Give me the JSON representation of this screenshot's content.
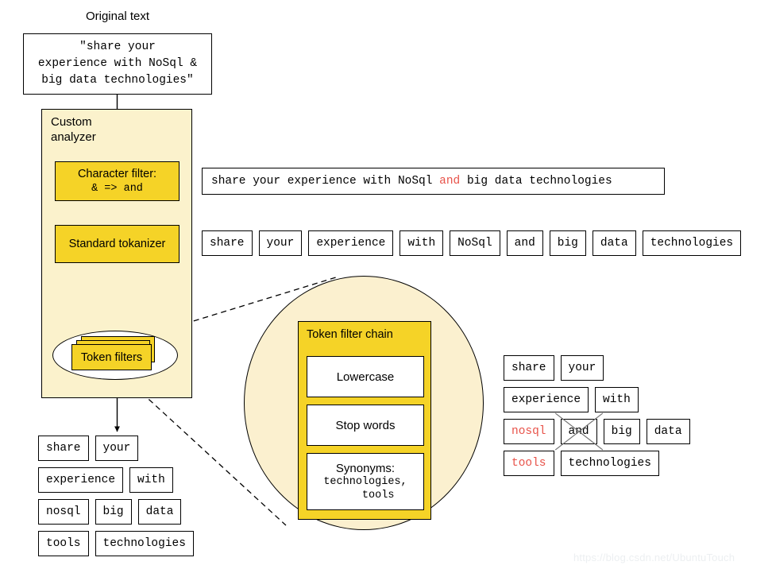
{
  "title": "Elasticsearch custom analyzer pipeline diagram",
  "original": {
    "label": "Original text",
    "line1": "\"share your",
    "line2": "experience with NoSql &",
    "line3": "big data technologies\""
  },
  "analyzer": {
    "label_line1": "Custom",
    "label_line2": "analyzer",
    "char_filter": {
      "title": "Character filter:",
      "rule": "& => and"
    },
    "tokenizer": {
      "label": "Standard tokanizer"
    },
    "token_filters": {
      "label": "Token filters"
    }
  },
  "char_filter_output": {
    "before": "share your experience with NoSql ",
    "highlight": "and",
    "after": " big data technologies"
  },
  "tokenizer_output": {
    "tokens": [
      "share",
      "your",
      "experience",
      "with",
      "NoSql",
      "and",
      "big",
      "data",
      "technologies"
    ]
  },
  "token_filter_chain": {
    "title": "Token filter chain",
    "steps": [
      {
        "label": "Lowercase"
      },
      {
        "label": "Stop words"
      },
      {
        "label": "Synonyms:",
        "value": "technologies,\n    tools"
      }
    ]
  },
  "final_tokens_left": {
    "rows": [
      [
        {
          "text": "share",
          "color": "black",
          "struck": false
        },
        {
          "text": "your",
          "color": "black",
          "struck": false
        }
      ],
      [
        {
          "text": "experience",
          "color": "black",
          "struck": false
        },
        {
          "text": "with",
          "color": "black",
          "struck": false
        }
      ],
      [
        {
          "text": "nosql",
          "color": "black",
          "struck": false
        },
        {
          "text": "big",
          "color": "black",
          "struck": false
        },
        {
          "text": "data",
          "color": "black",
          "struck": false
        }
      ],
      [
        {
          "text": "tools",
          "color": "black",
          "struck": false
        },
        {
          "text": "technologies",
          "color": "black",
          "struck": false
        }
      ]
    ]
  },
  "final_tokens_right": {
    "rows": [
      [
        {
          "text": "share",
          "color": "black",
          "struck": false
        },
        {
          "text": "your",
          "color": "black",
          "struck": false
        }
      ],
      [
        {
          "text": "experience",
          "color": "black",
          "struck": false
        },
        {
          "text": "with",
          "color": "black",
          "struck": false
        }
      ],
      [
        {
          "text": "nosql",
          "color": "red",
          "struck": false
        },
        {
          "text": "and",
          "color": "black",
          "struck": true
        },
        {
          "text": "big",
          "color": "black",
          "struck": false
        },
        {
          "text": "data",
          "color": "black",
          "struck": false
        }
      ],
      [
        {
          "text": "tools",
          "color": "red",
          "struck": false
        },
        {
          "text": "technologies",
          "color": "black",
          "struck": false
        }
      ]
    ]
  },
  "watermark": "https://blog.csdn.net/UbuntuTouch",
  "colors": {
    "gold": "#f5d327",
    "cream_panel": "#fbf2cc",
    "cream_ellipse": "#fbf0cf",
    "red_accent": "#e8534a",
    "stroke": "#000000",
    "watermark": "#eceff1"
  }
}
